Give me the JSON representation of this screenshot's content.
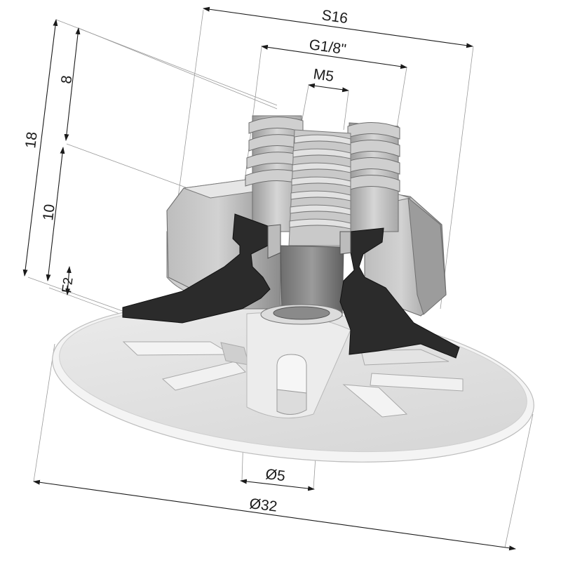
{
  "drawing": {
    "dimensions": {
      "s16": "S16",
      "g18": "G1/8\"",
      "m5": "M5",
      "h18": "18",
      "h8": "8",
      "h10": "10",
      "f2": "F2",
      "d5": "Ø5",
      "d32": "Ø32"
    },
    "colors": {
      "metal_light": "#d9d9d9",
      "metal_mid": "#b5b5b5",
      "metal_dark": "#8a8a8a",
      "rubber": "#2b2b2b",
      "cup": "#e6e6e6"
    }
  }
}
